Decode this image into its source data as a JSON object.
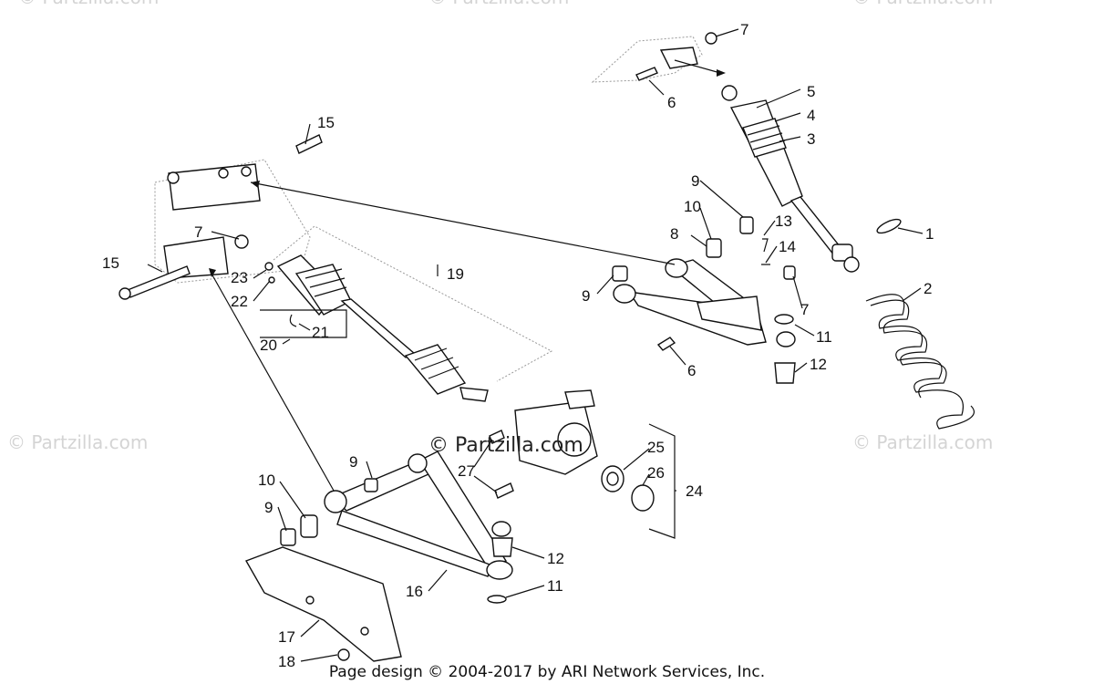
{
  "watermarks": {
    "top_left": "© Partzilla.com",
    "top_center": "© Partzilla.com",
    "top_right": "© Partzilla.com",
    "mid_left": "© Partzilla.com",
    "center": "© Partzilla.com",
    "mid_right": "© Partzilla.com"
  },
  "footer": "Page design © 2004-2017 by ARI Network Services, Inc.",
  "callouts": [
    {
      "id": "c1",
      "text": "1"
    },
    {
      "id": "c2",
      "text": "2"
    },
    {
      "id": "c3",
      "text": "3"
    },
    {
      "id": "c4",
      "text": "4"
    },
    {
      "id": "c5",
      "text": "5"
    },
    {
      "id": "c6a",
      "text": "6"
    },
    {
      "id": "c6b",
      "text": "6"
    },
    {
      "id": "c7a",
      "text": "7"
    },
    {
      "id": "c7b",
      "text": "7"
    },
    {
      "id": "c7c",
      "text": "7"
    },
    {
      "id": "c8",
      "text": "8"
    },
    {
      "id": "c9a",
      "text": "9"
    },
    {
      "id": "c9b",
      "text": "9"
    },
    {
      "id": "c9c",
      "text": "9"
    },
    {
      "id": "c9d",
      "text": "9"
    },
    {
      "id": "c10a",
      "text": "10"
    },
    {
      "id": "c10b",
      "text": "10"
    },
    {
      "id": "c11a",
      "text": "11"
    },
    {
      "id": "c11b",
      "text": "11"
    },
    {
      "id": "c12a",
      "text": "12"
    },
    {
      "id": "c12b",
      "text": "12"
    },
    {
      "id": "c13",
      "text": "13"
    },
    {
      "id": "c14",
      "text": "14"
    },
    {
      "id": "c15a",
      "text": "15"
    },
    {
      "id": "c15b",
      "text": "15"
    },
    {
      "id": "c16",
      "text": "16"
    },
    {
      "id": "c17",
      "text": "17"
    },
    {
      "id": "c18",
      "text": "18"
    },
    {
      "id": "c19",
      "text": "19"
    },
    {
      "id": "c20",
      "text": "20"
    },
    {
      "id": "c21",
      "text": "21"
    },
    {
      "id": "c22",
      "text": "22"
    },
    {
      "id": "c23",
      "text": "23"
    },
    {
      "id": "c24",
      "text": "24"
    },
    {
      "id": "c25",
      "text": "25"
    },
    {
      "id": "c26",
      "text": "26"
    },
    {
      "id": "c27",
      "text": "27"
    }
  ]
}
